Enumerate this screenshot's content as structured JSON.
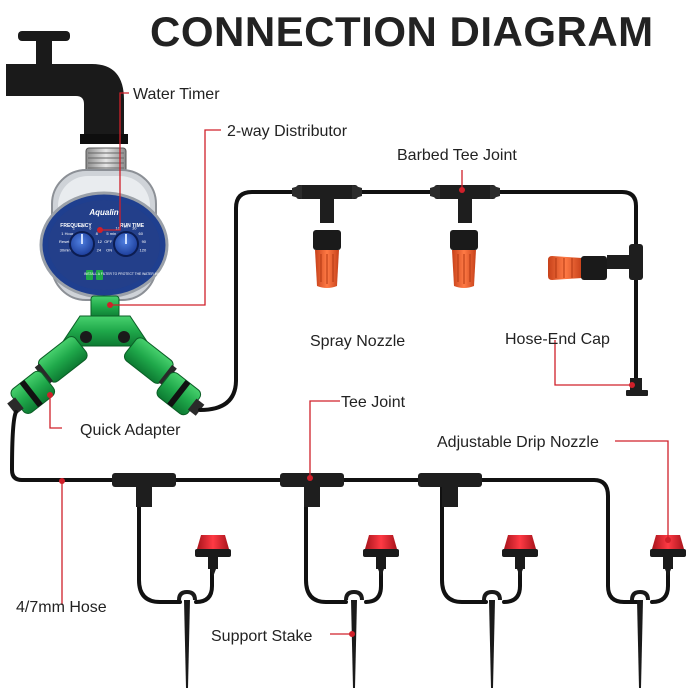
{
  "title": "CONNECTION DIAGRAM",
  "timer": {
    "brand": "Aqualin",
    "dial_left_label": "FREQUENCY",
    "dial_right_label": "RUN TIME",
    "dial_left_marks": [
      "30min",
      "Reset",
      "1 Hour",
      "2",
      "4",
      "6",
      "8",
      "12",
      "24"
    ],
    "dial_right_marks": [
      "ON",
      "OFF",
      "5 min",
      "10",
      "20",
      "30",
      "60",
      "90",
      "120"
    ],
    "note": "INSTALL A FILTER TO PROTECT THE WATER INLET"
  },
  "labels": {
    "water_timer": "Water Timer",
    "distributor": "2-way Distributor",
    "barbed_tee": "Barbed Tee Joint",
    "spray_nozzle": "Spray Nozzle",
    "hose_end_cap": "Hose-End Cap",
    "quick_adapter": "Quick Adapter",
    "tee_joint": "Tee Joint",
    "drip_nozzle": "Adjustable Drip Nozzle",
    "hose": "4/7mm Hose",
    "support_stake": "Support Stake"
  },
  "colors": {
    "hose": "#111111",
    "leader": "#d0202a",
    "fitting_green": "#1fa84a",
    "nozzle_orange": "#ef5a2a",
    "dripper_red": "#d81e2a",
    "timer_blue": "#1f3f8f",
    "faucet": "#1a1a1a"
  }
}
